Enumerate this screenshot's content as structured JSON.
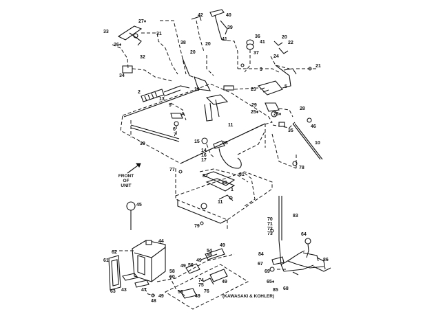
{
  "callouts": [
    {
      "id": "c27",
      "text": "27♦"
    },
    {
      "id": "c33",
      "text": "33"
    },
    {
      "id": "c26a",
      "text": "26♦"
    },
    {
      "id": "c31",
      "text": "31"
    },
    {
      "id": "c32",
      "text": "32"
    },
    {
      "id": "c34",
      "text": "34"
    },
    {
      "id": "c42",
      "text": "42"
    },
    {
      "id": "c40",
      "text": "40"
    },
    {
      "id": "c39",
      "text": "39"
    },
    {
      "id": "c41a",
      "text": "41"
    },
    {
      "id": "c20a",
      "text": "20"
    },
    {
      "id": "c38",
      "text": "38"
    },
    {
      "id": "c20b",
      "text": "20"
    },
    {
      "id": "c36",
      "text": "36"
    },
    {
      "id": "c41b",
      "text": "41"
    },
    {
      "id": "c37",
      "text": "37"
    },
    {
      "id": "c20c",
      "text": "20"
    },
    {
      "id": "c22",
      "text": "22"
    },
    {
      "id": "c24",
      "text": "24"
    },
    {
      "id": "c21",
      "text": "21"
    },
    {
      "id": "c3",
      "text": "3"
    },
    {
      "id": "c5",
      "text": "5"
    },
    {
      "id": "c19",
      "text": "19"
    },
    {
      "id": "c2",
      "text": "2"
    },
    {
      "id": "c13",
      "text": "13"
    },
    {
      "id": "c9",
      "text": "9"
    },
    {
      "id": "c23",
      "text": "23"
    },
    {
      "id": "c29",
      "text": "29"
    },
    {
      "id": "c25",
      "text": "25♦"
    },
    {
      "id": "c26b",
      "text": "26♦"
    },
    {
      "id": "c4",
      "text": "4"
    },
    {
      "id": "c6",
      "text": "6"
    },
    {
      "id": "c7",
      "text": "7"
    },
    {
      "id": "c28",
      "text": "28"
    },
    {
      "id": "c35",
      "text": "35"
    },
    {
      "id": "c46",
      "text": "46"
    },
    {
      "id": "c11",
      "text": "11"
    },
    {
      "id": "c30",
      "text": "30"
    },
    {
      "id": "c15",
      "text": "15"
    },
    {
      "id": "c18",
      "text": "18"
    },
    {
      "id": "c14",
      "text": "14"
    },
    {
      "id": "c16",
      "text": "16"
    },
    {
      "id": "c17",
      "text": "17"
    },
    {
      "id": "c10",
      "text": "10"
    },
    {
      "id": "c78",
      "text": "78"
    },
    {
      "id": "c77",
      "text": "77"
    },
    {
      "id": "c82",
      "text": "82"
    },
    {
      "id": "c81",
      "text": "81"
    },
    {
      "id": "c80",
      "text": "80"
    },
    {
      "id": "c1",
      "text": "1"
    },
    {
      "id": "c11b",
      "text": "11"
    },
    {
      "id": "c45",
      "text": "45"
    },
    {
      "id": "c79",
      "text": "79"
    },
    {
      "id": "c70",
      "text": "70"
    },
    {
      "id": "c71",
      "text": "71"
    },
    {
      "id": "c72",
      "text": "72"
    },
    {
      "id": "c73",
      "text": "73"
    },
    {
      "id": "c83",
      "text": "83"
    },
    {
      "id": "c64",
      "text": "64"
    },
    {
      "id": "c44",
      "text": "44"
    },
    {
      "id": "c62",
      "text": "62"
    },
    {
      "id": "c61",
      "text": "61"
    },
    {
      "id": "c49a",
      "text": "49"
    },
    {
      "id": "c54",
      "text": "54"
    },
    {
      "id": "c55",
      "text": "55"
    },
    {
      "id": "c49b",
      "text": "49"
    },
    {
      "id": "c56",
      "text": "56"
    },
    {
      "id": "c49c",
      "text": "49"
    },
    {
      "id": "c58",
      "text": "58"
    },
    {
      "id": "c60",
      "text": "60"
    },
    {
      "id": "c84",
      "text": "84"
    },
    {
      "id": "c67",
      "text": "67"
    },
    {
      "id": "c86",
      "text": "86"
    },
    {
      "id": "c69",
      "text": "69"
    },
    {
      "id": "c65",
      "text": "65♦"
    },
    {
      "id": "c85",
      "text": "85"
    },
    {
      "id": "c68",
      "text": "68"
    },
    {
      "id": "c63",
      "text": "63"
    },
    {
      "id": "c43",
      "text": "43"
    },
    {
      "id": "c47",
      "text": "47"
    },
    {
      "id": "c48",
      "text": "48"
    },
    {
      "id": "c49d",
      "text": "49"
    },
    {
      "id": "c53",
      "text": "53"
    },
    {
      "id": "c74",
      "text": "74"
    },
    {
      "id": "c75",
      "text": "75"
    },
    {
      "id": "c76",
      "text": "76"
    },
    {
      "id": "c49e",
      "text": "49"
    },
    {
      "id": "c49f",
      "text": "49"
    }
  ],
  "front_label": {
    "line1": "FRONT",
    "line2": "OF",
    "line3": "UNIT"
  },
  "engine_note": "(KAWASAKI & KOHLER)"
}
